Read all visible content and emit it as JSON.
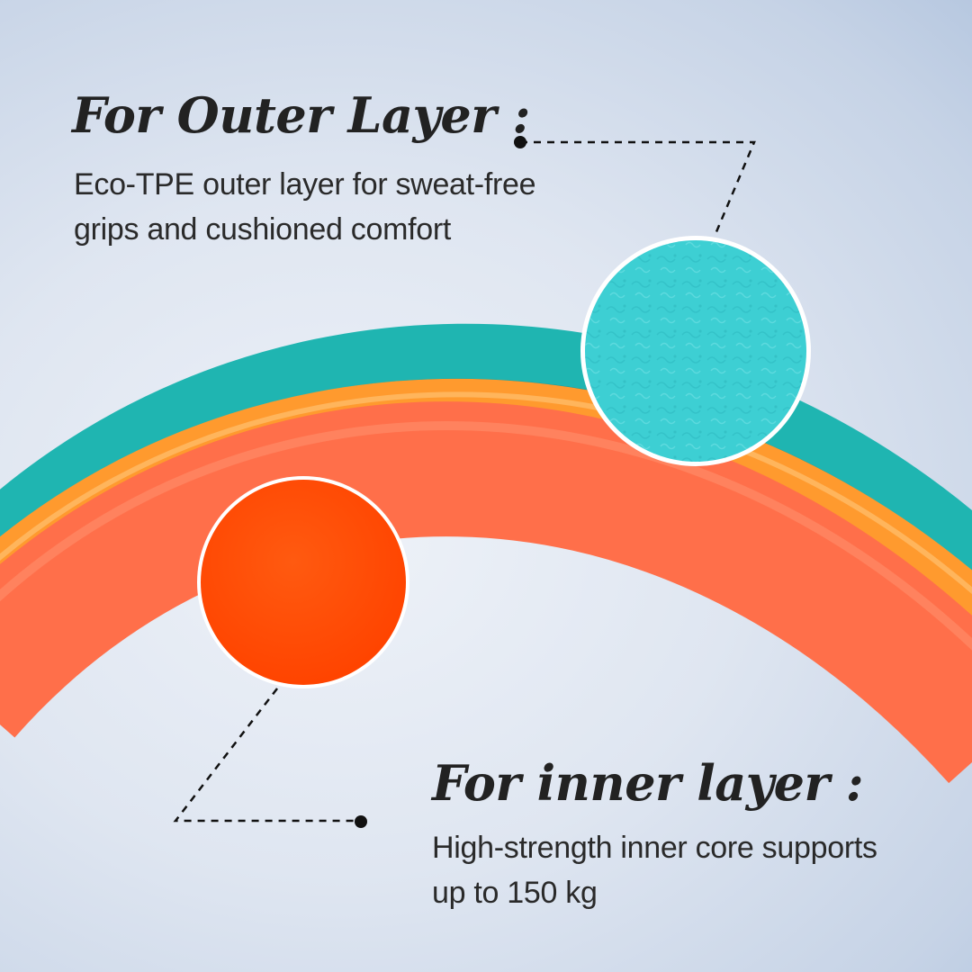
{
  "outer_layer": {
    "heading": "For Outer Layer :",
    "description": "Eco-TPE outer layer for sweat-free grips and cushioned comfort",
    "swatch_color": "#3dcfd3"
  },
  "inner_layer": {
    "heading": "For inner layer :",
    "description": "High-strength inner core supports up to 150 kg",
    "swatch_color": "#ff4d06"
  },
  "ring_colors": {
    "outer_teal": "#1fb5b1",
    "middle_orange": "#ff9a2e",
    "inner_coral": "#ff6f4a"
  }
}
